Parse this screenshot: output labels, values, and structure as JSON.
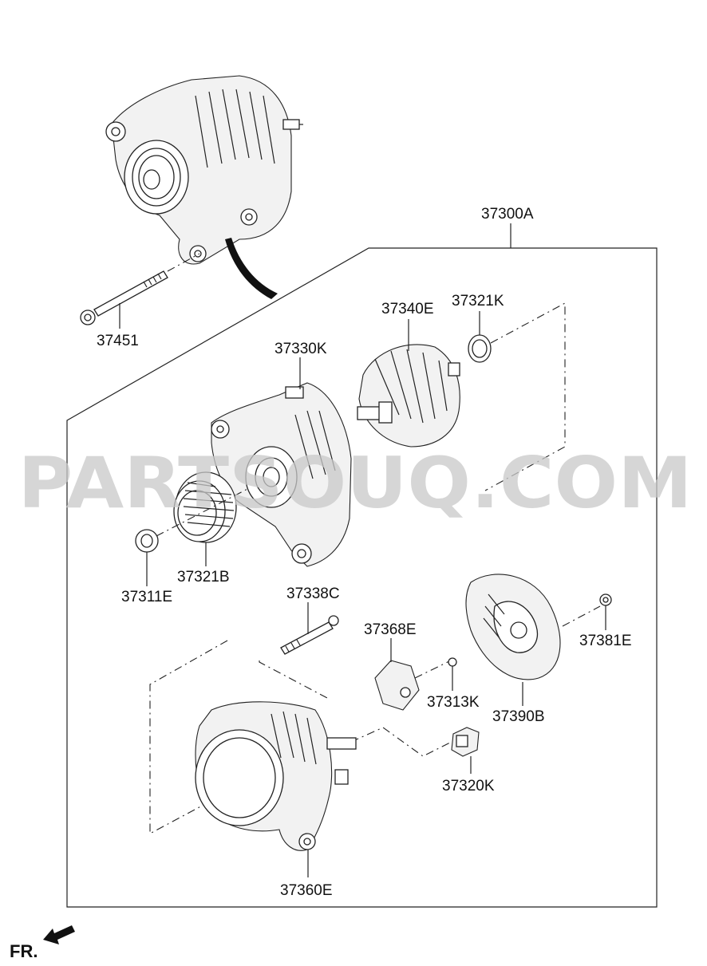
{
  "labels": {
    "assembly": "37300A",
    "bolt": "37451",
    "front_bracket": "37330K",
    "rotor": "37340E",
    "spacer": "37321K",
    "pulley": "37321B",
    "nut": "37311E",
    "through_bolt": "37338C",
    "regulator": "37368E",
    "screw": "37313K",
    "rear_cover": "37390B",
    "cover_nut": "37381E",
    "terminal": "37320K",
    "rear_bracket": "37360E"
  },
  "watermark": "PARTSOUQ.COM",
  "direction": "FR.",
  "icons": [
    "front-arrow-icon"
  ]
}
